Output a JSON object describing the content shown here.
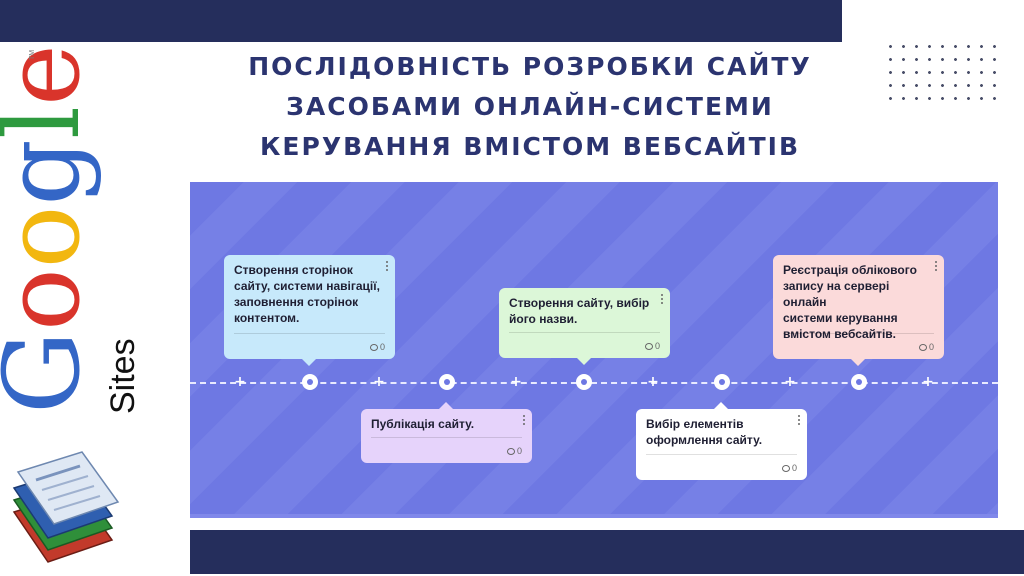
{
  "title_lines": [
    "ПОСЛІДОВНІСТЬ РОЗРОБКИ САЙТУ",
    "ЗАСОБАМИ ОНЛАЙН-СИСТЕМИ",
    "КЕРУВАННЯ ВМІСТОМ ВЕБСАЙТІВ"
  ],
  "logo": {
    "text": "Google",
    "sub": "Sites",
    "tm": "TM"
  },
  "colors": {
    "band": "#252e5c",
    "board": "#6e78e3",
    "title": "#2b3470"
  },
  "cards": [
    {
      "text": "Створення сторінок\nсайту, системи навігації,\nзаповнення сторінок\nконтентом.",
      "comments": "0",
      "color": "#c7e9fb"
    },
    {
      "text": "Публікація сайту.",
      "comments": "0",
      "color": "#e6d3fb"
    },
    {
      "text": "Створення сайту, вибір\nйого назви.",
      "comments": "0",
      "color": "#dcf7d8"
    },
    {
      "text": "Вибір елементів\nоформлення сайту.",
      "comments": "0",
      "color": "#ffffff"
    },
    {
      "text": "Реєстрація облікового\nзапису на сервері онлайн\nсистеми керування\nвмістом вебсайтів.",
      "comments": "0",
      "color": "#fbdada"
    }
  ]
}
